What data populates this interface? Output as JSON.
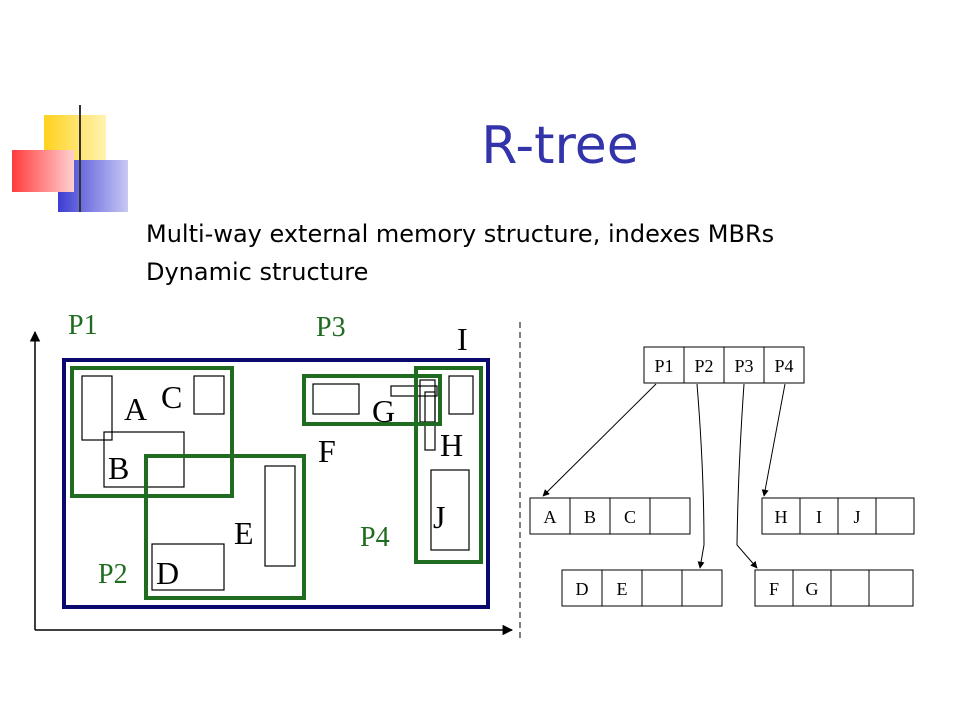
{
  "title": "R-tree",
  "bullets": [
    "Multi-way external memory structure, indexes MBRs",
    "Dynamic structure"
  ],
  "colors": {
    "title": "#3333aa",
    "outer_mbr": "#0a0a6e",
    "group_mbr": "#1f6b1f",
    "deco_yellow": "#ffd21e",
    "deco_red": "#ff3c3c",
    "deco_blue": "#3d3dd4"
  },
  "groups": {
    "p1": "P1",
    "p2": "P2",
    "p3": "P3",
    "p4": "P4"
  },
  "objects": {
    "a": "A",
    "b": "B",
    "c": "C",
    "d": "D",
    "e": "E",
    "f": "F",
    "g": "G",
    "h": "H",
    "i": "I",
    "j": "J"
  },
  "tree": {
    "root": [
      "P1",
      "P2",
      "P3",
      "P4"
    ],
    "leaf_p1": [
      "A",
      "B",
      "C",
      ""
    ],
    "leaf_p4": [
      "H",
      "I",
      "J",
      ""
    ],
    "leaf_p2": [
      "D",
      "E",
      "",
      ""
    ],
    "leaf_p3": [
      "F",
      "G",
      "",
      ""
    ]
  }
}
